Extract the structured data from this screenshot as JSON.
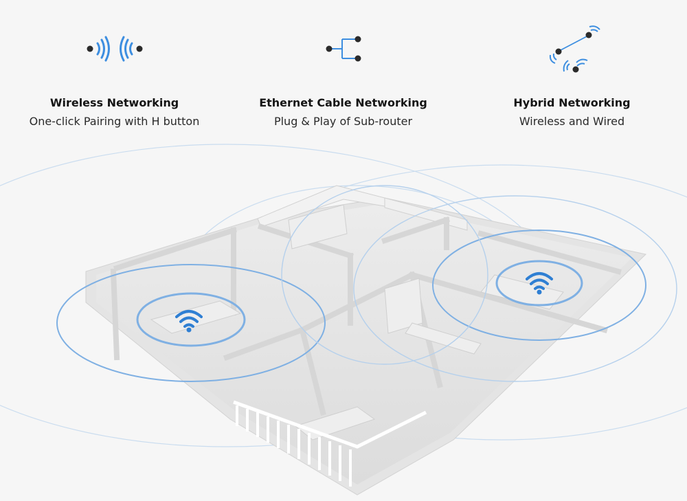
{
  "features": [
    {
      "title": "Wireless Networking",
      "subtitle": "One-click Pairing with H button",
      "icon": "wireless-pairing-icon"
    },
    {
      "title": "Ethernet Cable Networking",
      "subtitle": "Plug & Play of Sub-router",
      "icon": "ethernet-branch-icon"
    },
    {
      "title": "Hybrid Networking",
      "subtitle": "Wireless and Wired",
      "icon": "hybrid-network-icon"
    }
  ],
  "colors": {
    "accent": "#2f7fd3",
    "signal_ring": "#8db8e6",
    "icon_dark": "#2b2b2b",
    "icon_blue": "#3d8ee0",
    "background": "#f6f6f6"
  },
  "scene": {
    "image": "isometric apartment floor plan",
    "router_nodes": [
      "wifi-node-left",
      "wifi-node-right"
    ]
  }
}
